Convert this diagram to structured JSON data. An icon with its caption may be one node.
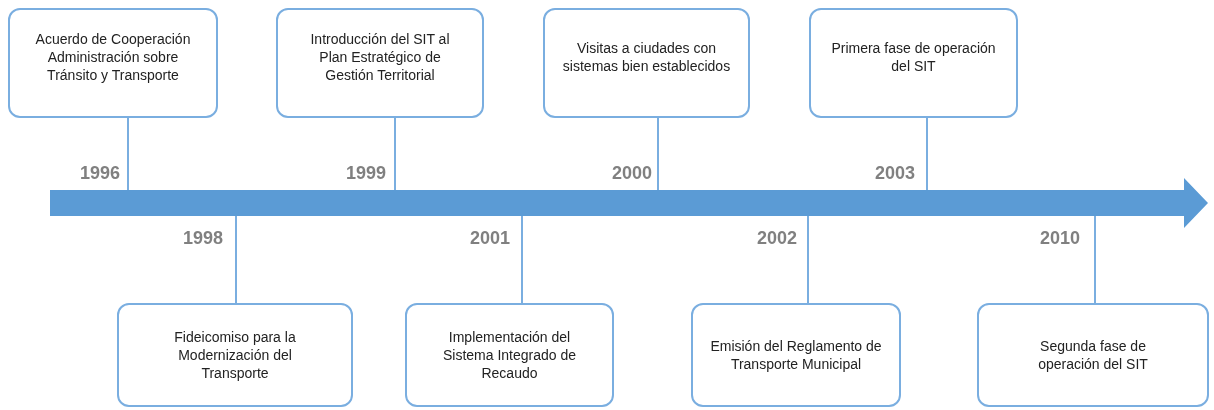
{
  "diagram": {
    "nodes": [
      {
        "text": [
          "Acuerdo de Cooperación Administración sobre Tránsito y Transporte"
        ]
      },
      {
        "text": [
          "Introducción del SIT al Plan Estratégico de Gestión Territorial"
        ]
      },
      {
        "text": [
          "Visitas a ciudades con sistemas bien establecidos"
        ]
      },
      {
        "text": [
          "Primera fase de operación del SIT"
        ]
      },
      {
        "text": [],
        "shape": "bar"
      },
      {
        "text": [
          "Fideicomiso para la Modernización del Transporte"
        ]
      },
      {
        "text": [
          "Implementación del Sistema Integrado de Recaudo"
        ]
      },
      {
        "text": [
          "Emisión del Reglamento de Transporte Municipal"
        ]
      },
      {
        "text": [
          "Segunda fase de operación del SIT"
        ]
      }
    ],
    "edges": [
      {
        "from": 0,
        "to": 4,
        "arrow": "none"
      },
      {
        "from": 1,
        "to": 4,
        "arrow": "none"
      },
      {
        "from": 2,
        "to": 4,
        "arrow": "none"
      },
      {
        "from": 3,
        "to": 4,
        "arrow": "none"
      },
      {
        "from": 5,
        "to": 4,
        "arrow": "none"
      },
      {
        "from": 6,
        "to": 4,
        "arrow": "none"
      },
      {
        "from": 7,
        "to": 4,
        "arrow": "none"
      },
      {
        "from": 8,
        "to": 4,
        "arrow": "none"
      }
    ],
    "labels": [
      "1996",
      "1999",
      "2000",
      "2003",
      "1998",
      "2001",
      "2002",
      "2010"
    ]
  }
}
